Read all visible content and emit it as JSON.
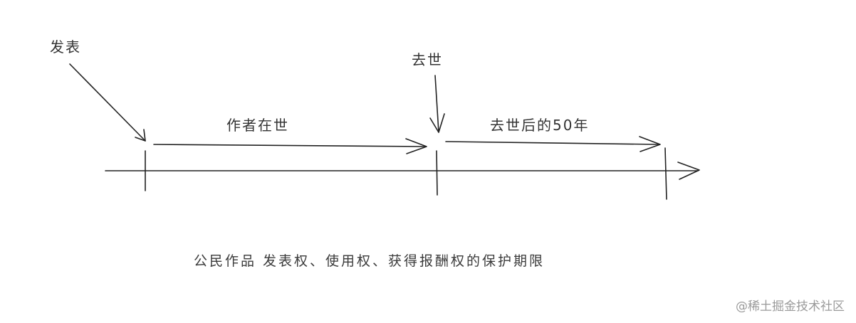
{
  "labels": {
    "publish": "发表",
    "death": "去世",
    "author_alive": "作者在世",
    "after_death": "去世后的50年"
  },
  "caption": "公民作品 发表权、使用权、获得报酬权的保护期限",
  "watermark": "@稀土掘金技术社区",
  "colors": {
    "stroke": "#222222",
    "text": "#333333",
    "watermark": "#9a9a9a"
  }
}
